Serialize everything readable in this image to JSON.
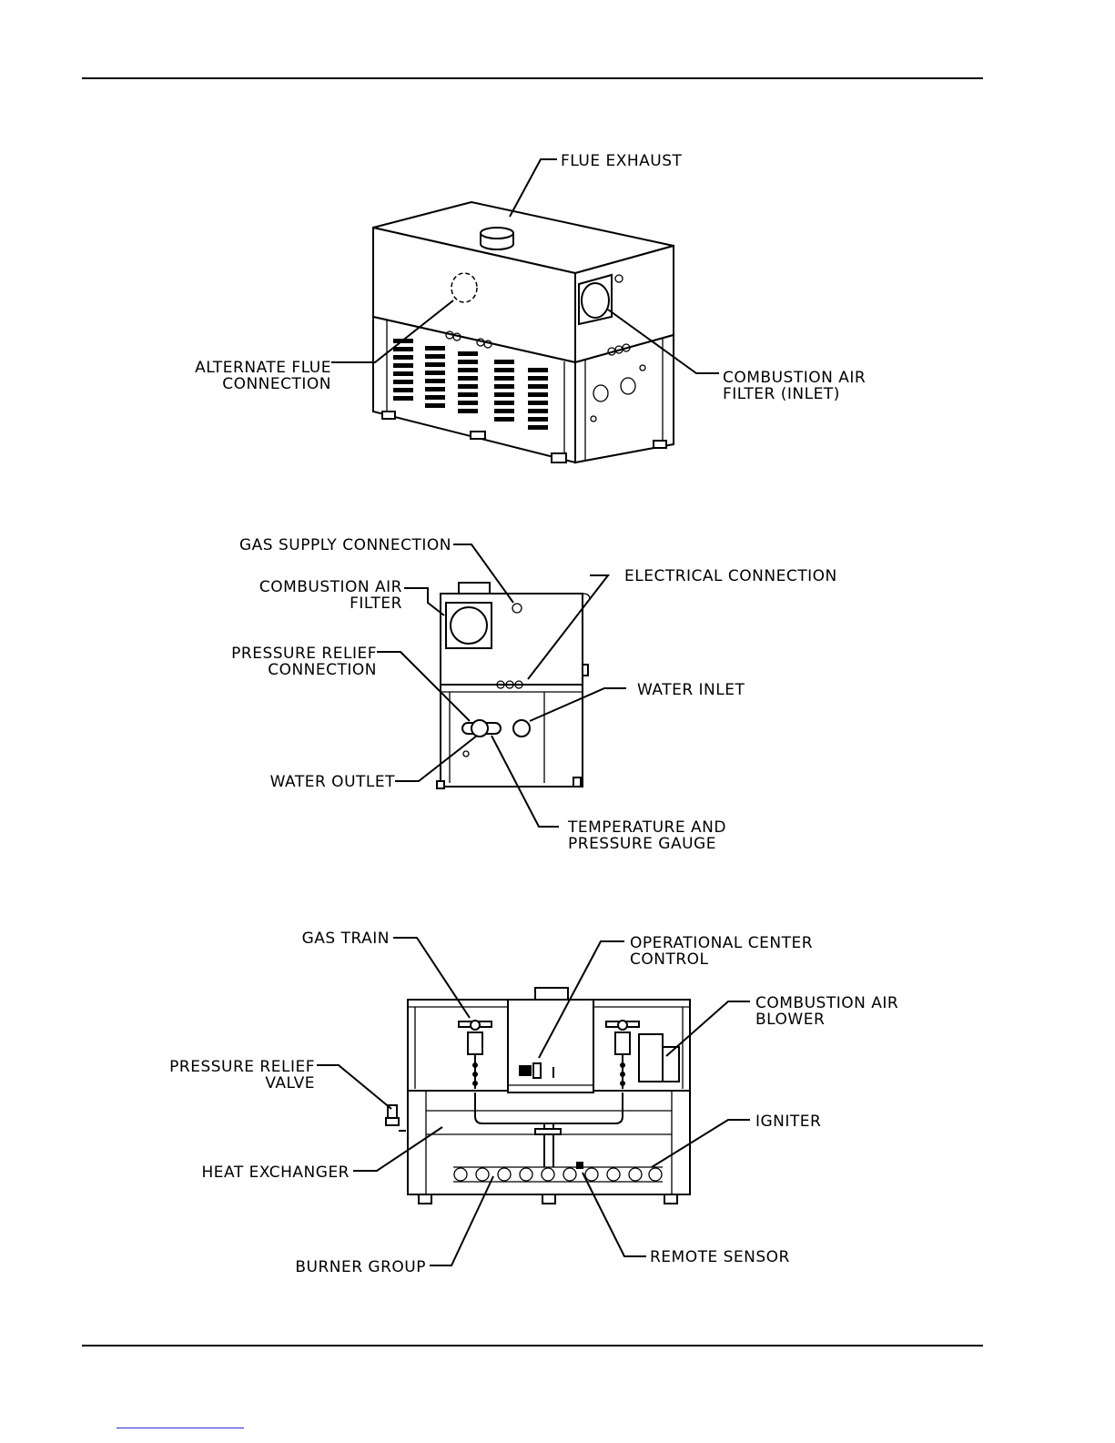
{
  "figure_top": {
    "labels": {
      "flue_exhaust": "FLUE EXHAUST",
      "alternate_flue_1": "ALTERNATE FLUE",
      "alternate_flue_2": "CONNECTION",
      "combustion_air_1": "COMBUSTION AIR",
      "combustion_air_2": "FILTER (INLET)"
    }
  },
  "figure_middle": {
    "labels": {
      "gas_supply": "GAS SUPPLY CONNECTION",
      "combustion_air_1": "COMBUSTION AIR",
      "combustion_air_2": "FILTER",
      "electrical": "ELECTRICAL CONNECTION",
      "pressure_relief_1": "PRESSURE RELIEF",
      "pressure_relief_2": "CONNECTION",
      "water_inlet": "WATER INLET",
      "water_outlet": "WATER OUTLET",
      "temp_pressure_1": "TEMPERATURE AND",
      "temp_pressure_2": "PRESSURE GAUGE"
    }
  },
  "figure_bottom": {
    "labels": {
      "gas_train": "GAS TRAIN",
      "operational_1": "OPERATIONAL CENTER",
      "operational_2": "CONTROL",
      "blower_1": "COMBUSTION AIR",
      "blower_2": "BLOWER",
      "pressure_valve_1": "PRESSURE RELIEF",
      "pressure_valve_2": "VALVE",
      "igniter": "IGNITER",
      "heat_exchanger": "HEAT EXCHANGER",
      "burner_group": "BURNER GROUP",
      "remote_sensor": "REMOTE SENSOR"
    }
  }
}
